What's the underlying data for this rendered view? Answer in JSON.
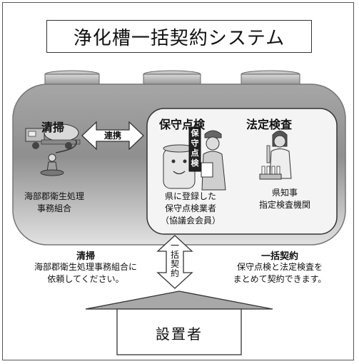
{
  "title": "浄化槽一括契約システム",
  "cleaning_panel": {
    "heading": "清掃",
    "org_line1": "海部郡衛生処理",
    "org_line2": "事務組合"
  },
  "link_label": "連携",
  "inspection_panel": {
    "maintenance_heading": "保守点検",
    "legal_heading": "法定検査",
    "sign_text": "保守点検",
    "maintenance_line1": "県に登録した",
    "maintenance_line2": "保守点検業者",
    "maintenance_line3": "（協議会会員）",
    "legal_line1": "県知事",
    "legal_line2": "指定検査機関"
  },
  "contract_arrow_label": "一括契約",
  "left_note": {
    "heading": "清掃",
    "line1": "海部郡衛生処理事務組合に",
    "line2": "依頼してください。"
  },
  "right_note": {
    "heading": "一括契約",
    "line1": "保守点検と法定検査を",
    "line2": "まとめて契約できます。"
  },
  "owner_label": "設置者",
  "colors": {
    "tank_dark": "#8c8c8c",
    "tank_light": "#e8e8e8",
    "panel_fill": "#f4f4f4",
    "line": "#444444"
  }
}
